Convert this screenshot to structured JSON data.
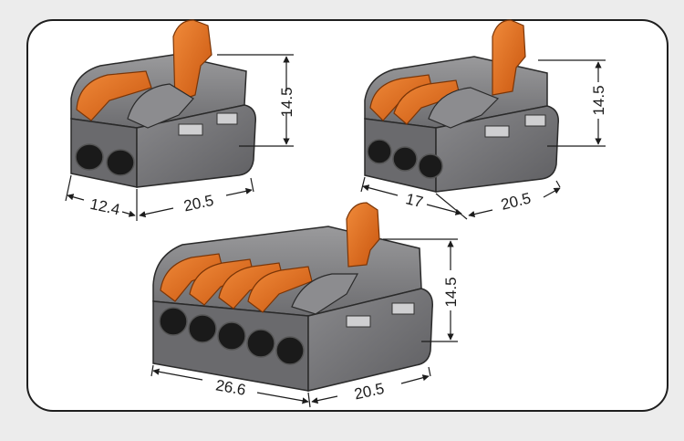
{
  "connectors": [
    {
      "poles": 2,
      "dims": {
        "width": "12.4",
        "depth": "20.5",
        "height": "14.5"
      }
    },
    {
      "poles": 3,
      "dims": {
        "width": "17",
        "depth": "20.5",
        "height": "14.5"
      }
    },
    {
      "poles": 5,
      "dims": {
        "width": "26.6",
        "depth": "20.5",
        "height": "14.5"
      }
    }
  ],
  "colors": {
    "background": "#ececec",
    "panel": "#ffffff",
    "housing_gray": "#7a7a7c",
    "housing_dark": "#4a4a4c",
    "lever_orange": "#e8701e",
    "hole_black": "#1a1a1a"
  }
}
